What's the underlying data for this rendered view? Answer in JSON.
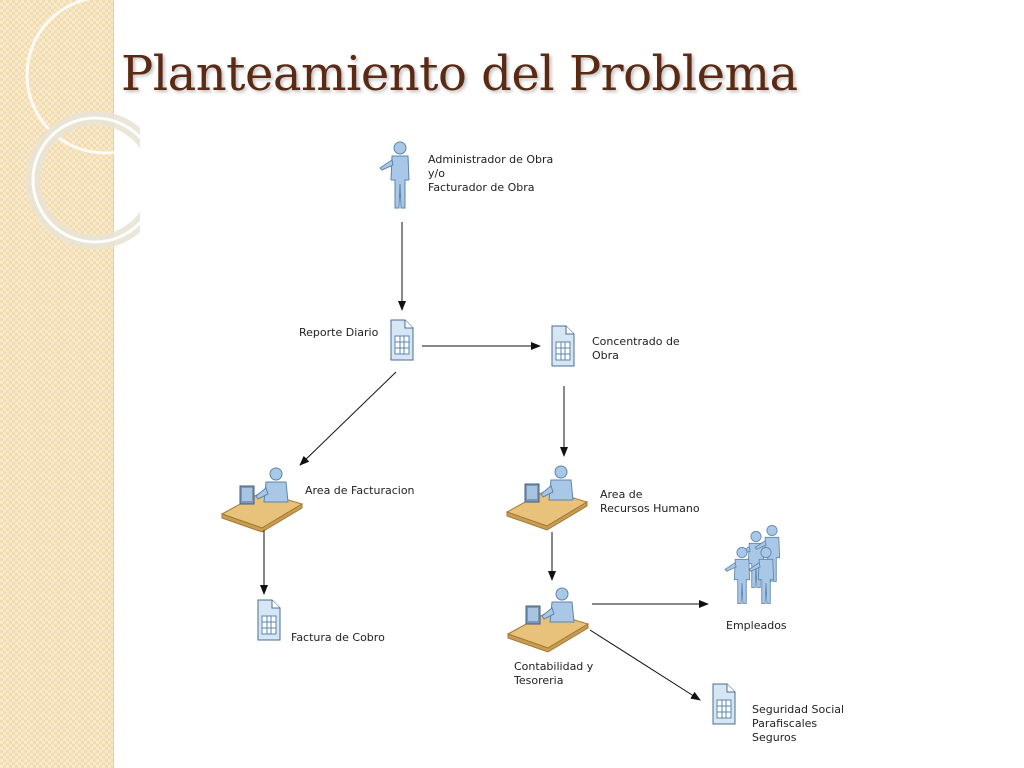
{
  "slide": {
    "title": "Planteamiento del Problema"
  },
  "nodes": {
    "admin": {
      "lines": [
        "Administrador de Obra",
        "y/o",
        "Facturador de Obra"
      ]
    },
    "reporte": {
      "label": "Reporte Diario"
    },
    "concentrado": {
      "lines": [
        "Concentrado de",
        "Obra"
      ]
    },
    "facturacion": {
      "label": "Area de Facturacion"
    },
    "rrhh": {
      "lines": [
        "Area de",
        "Recursos Humano"
      ]
    },
    "factura": {
      "label": "Factura de Cobro"
    },
    "contabilidad": {
      "lines": [
        "Contabilidad y",
        "Tesoreria"
      ]
    },
    "empleados": {
      "label": "Empleados"
    },
    "seguridad": {
      "lines": [
        "Seguridad Social",
        "Parafiscales",
        "Seguros"
      ]
    }
  },
  "colors": {
    "title": "#5a2a14",
    "person": "#a9c7e6",
    "desk": "#e8c27a",
    "document": "#d6e6f5"
  }
}
